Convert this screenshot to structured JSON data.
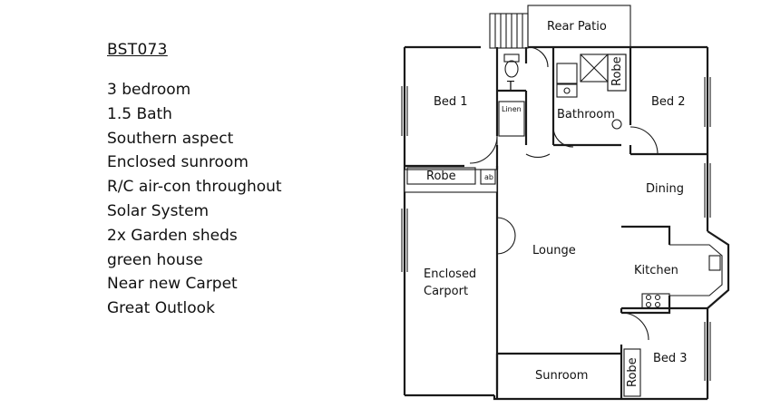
{
  "listing": {
    "code": "BST073",
    "features": [
      "3 bedroom",
      "1.5 Bath",
      "Southern aspect",
      "Enclosed sunroom",
      "R/C air-con throughout",
      "Solar System",
      "2x Garden sheds",
      "green house",
      "Near new Carpet",
      "Great Outlook"
    ]
  },
  "floorplan": {
    "rooms": {
      "rear_patio": "Rear Patio",
      "bed1": "Bed 1",
      "toilet": "T",
      "linen": "Linen",
      "bathroom": "Bathroom",
      "robe_bath": "Robe",
      "bed2": "Bed 2",
      "robe_bed1": "Robe",
      "dining": "Dining",
      "lounge": "Lounge",
      "kitchen": "Kitchen",
      "enclosed_carport": "Enclosed Carport",
      "sunroom": "Sunroom",
      "robe_bed3": "Robe",
      "bed3": "Bed 3",
      "hw_unit": "ab"
    }
  }
}
